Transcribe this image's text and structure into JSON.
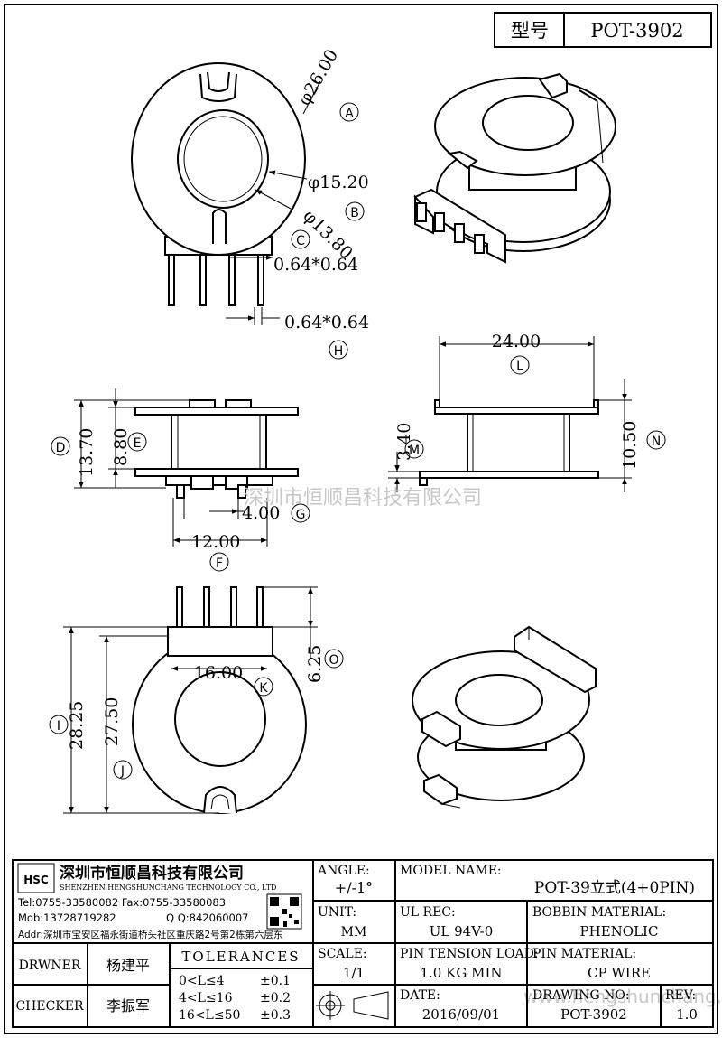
{
  "title_box": {
    "label": "型号",
    "model": "POT-3902"
  },
  "dims": {
    "A": "A",
    "B": "B",
    "C": "C",
    "D": "D",
    "E": "E",
    "F": "F",
    "G": "G",
    "H": "H",
    "I": "I",
    "J": "J",
    "K": "K",
    "L": "L",
    "M": "M",
    "N": "N",
    "O": "O",
    "dia_a": "φ26.00",
    "dia_b": "φ15.20",
    "dia_c": "φ13.80",
    "pin_top": "0.64*0.64",
    "pin_bottom": "0.64*0.64",
    "d_val": "13.70",
    "e_val": "8.80",
    "g_val": "4.00",
    "f_val": "12.00",
    "l_val": "24.00",
    "m_val": "3.40",
    "n_val": "10.50",
    "k_val": "16.00",
    "o_val": "6.25",
    "i_val": "28.25",
    "j_val": "27.50"
  },
  "watermarks": {
    "cn": "深圳市恒顺昌科技有限公司",
    "url": "www.hengshunchang.com"
  },
  "company": {
    "logo": "HSC",
    "name_cn": "深圳市恒顺昌科技有限公司",
    "name_en": "SHENZHEN HENGSHUNCHANG TECHNOLOGY CO., LTD",
    "tel": "Tel:0755-33580082 Fax:0755-33580083",
    "mob": "Mob:13728719282",
    "qq": "Q Q:842060007",
    "addr": "Addr:深圳市宝安区福永街道桥头社区重庆路2号第2栋第六层东"
  },
  "table": {
    "angle_label": "ANGLE:",
    "angle_value": "+/-1°",
    "model_label": "MODEL NAME:",
    "model_value": "POT-39立式(4+0PIN)",
    "unit_label": "UNIT:",
    "unit_value": "MM",
    "ul_label": "UL REC:",
    "ul_value": "UL 94V-0",
    "bobbin_label": "BOBBIN MATERIAL:",
    "bobbin_value": "PHENOLIC",
    "drawer_label": "DRWNER",
    "drawer_value": "杨建平",
    "tol_label": "TOLERANCES",
    "tol_rows": [
      "0<L≤4",
      "±0.1",
      "4<L≤16",
      "±0.2",
      "16<L≤50",
      "±0.3"
    ],
    "scale_label": "SCALE:",
    "scale_value": "1/1",
    "pin_load_label": "PIN TENSION LOAD:",
    "pin_load_value": "1.0 KG MIN",
    "pin_mat_label": "PIN MATERIAL:",
    "pin_mat_value": "CP WIRE",
    "checker_label": "CHECKER",
    "checker_value": "李振军",
    "date_label": "DATE:",
    "date_value": "2016/09/01",
    "dwg_label": "DRAWING NO:",
    "dwg_value": "POT-3902",
    "rev_label": "REV:",
    "rev_value": "1.0"
  }
}
